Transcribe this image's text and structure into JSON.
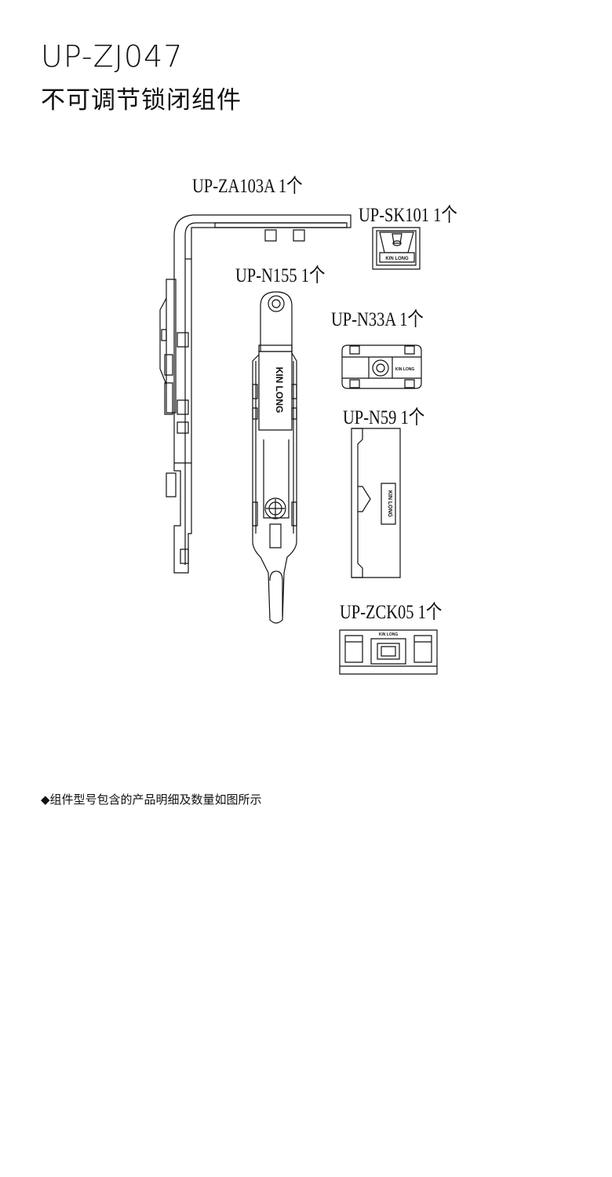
{
  "header": {
    "model": "UP-ZJ047",
    "name": "不可调节锁闭组件"
  },
  "parts": [
    {
      "code": "UP-ZA103A",
      "qty": "1个"
    },
    {
      "code": "UP-SK101",
      "qty": "1个"
    },
    {
      "code": "UP-N155",
      "qty": "1个"
    },
    {
      "code": "UP-N33A",
      "qty": "1个"
    },
    {
      "code": "UP-N59",
      "qty": "1个"
    },
    {
      "code": "UP-ZCK05",
      "qty": "1个"
    }
  ],
  "brand_marking": "KIN LONG",
  "footer": {
    "bullet": "◆",
    "note": "组件型号包含的产品明细及数量如图所示"
  }
}
